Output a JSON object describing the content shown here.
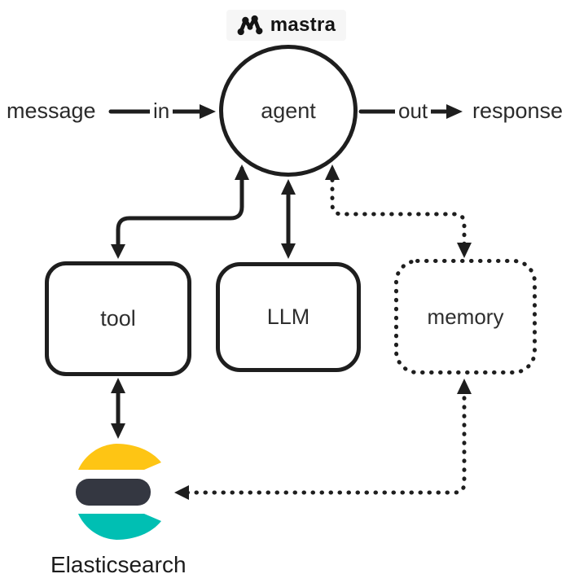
{
  "header": {
    "brand": "mastra"
  },
  "io": {
    "input_label": "message",
    "input_edge_label": "in",
    "output_edge_label": "out",
    "output_label": "response"
  },
  "nodes": {
    "agent": "agent",
    "tool": "tool",
    "llm": "LLM",
    "memory": "memory",
    "elasticsearch": "Elasticsearch"
  },
  "colors": {
    "stroke": "#1e1e1e",
    "elastic_yellow": "#FEC514",
    "elastic_dark": "#343741",
    "elastic_teal": "#00BFB3"
  }
}
